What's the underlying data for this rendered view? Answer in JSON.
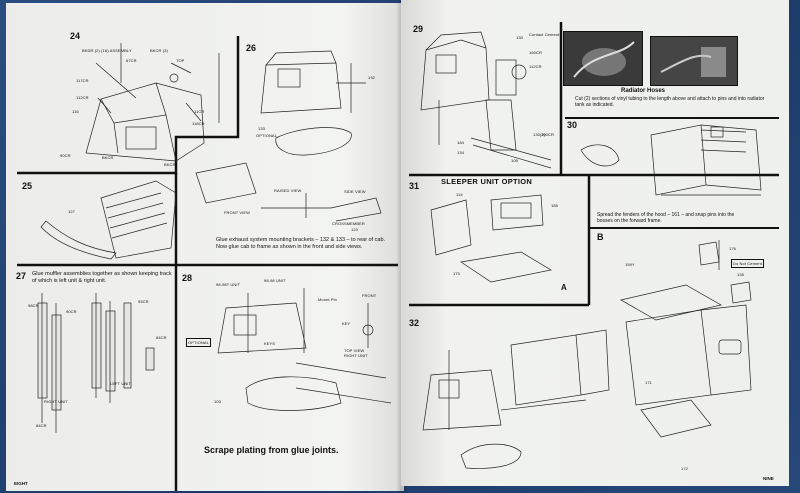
{
  "left_page": {
    "steps": {
      "s24": {
        "number": "24",
        "labels": [
          "BKDR (2) (16) ASSEMBLY",
          "BKCR (3)",
          "67CR",
          "TOP",
          "117CR",
          "112CR",
          "116",
          "11CR",
          "118CR",
          "90CR",
          "BKCR",
          "BKCR"
        ]
      },
      "s25": {
        "number": "25",
        "labels": [
          "127"
        ]
      },
      "s26": {
        "number": "26",
        "labels": [
          "132",
          "OPTIONAL",
          "133",
          "RAISED VIEW",
          "SIDE VIEW",
          "FRONT VIEW",
          "CROSSMEMBER",
          "123"
        ],
        "caption": "Glue exhaust system mounting brackets – 132 & 133 – to rear of cab. Now glue cab to frame as shown in the front and side views."
      },
      "s27": {
        "number": "27",
        "caption": "Glue muffler assemblies together as shown keeping track of which is left unit & right unit.",
        "labels": [
          "98CR",
          "90CR",
          "95CR",
          "84CR",
          "LEFT UNIT",
          "RIGHT UNIT",
          "84CR"
        ]
      },
      "s28": {
        "number": "28",
        "labels": [
          "98-98T UNIT",
          "98-98 UNIT",
          "Mount Pin",
          "FRONT",
          "KEY",
          "TOP VIEW",
          "RIGHT UNIT",
          "KEYS",
          "OPTIONAL",
          "103"
        ]
      }
    },
    "scrape_text": "Scrape plating from glue joints.",
    "footer": "EIGHT"
  },
  "right_page": {
    "steps": {
      "s29": {
        "number": "29",
        "labels": [
          "130",
          "Contact Cement",
          "160CR",
          "112CR",
          "184",
          "134",
          "100CR",
          "130(2)",
          "105"
        ]
      },
      "radiator": {
        "title": "Radiator Hoses",
        "caption": "Cut (2) sections of vinyl tubing to the length above and attach to pins and into radiator tank as indicated."
      },
      "s30": {
        "number": "30",
        "caption": "Spread the fenders of the hood – 161 – and snap pins into the bosses on the forward frame."
      },
      "s31": {
        "number": "31",
        "title": "SLEEPER UNIT OPTION",
        "labels": [
          "114",
          "185",
          "170",
          "A"
        ]
      },
      "b": {
        "number": "B",
        "labels": [
          "176",
          "Do Not Cement",
          "135",
          "159Y",
          "171",
          "172"
        ]
      },
      "s32": {
        "number": "32"
      }
    },
    "footer": "NINE"
  }
}
